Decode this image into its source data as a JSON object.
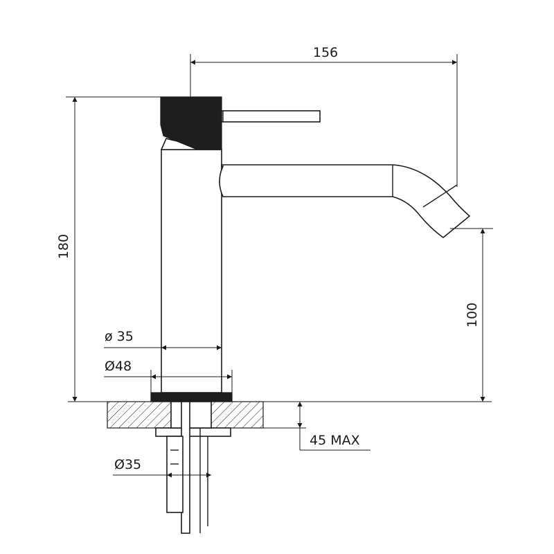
{
  "dimensions": {
    "overall_reach": "156",
    "overall_height": "180",
    "spout_height": "100",
    "body_diameter": "ø 35",
    "base_diameter": "Ø48",
    "max_deck_thickness": "45 MAX",
    "shank_diameter": "Ø35"
  },
  "colors": {
    "line": "#1a1a1a",
    "handle": "#1e1e1e",
    "background": "#ffffff"
  }
}
